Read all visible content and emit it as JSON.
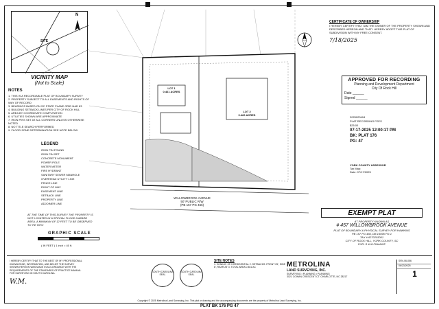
{
  "vicinity": {
    "title": "VICINITY MAP",
    "subtitle": "(Not to Scale)",
    "site_label": "SITE",
    "north": "N"
  },
  "notes": {
    "heading": "NOTES",
    "items": [
      "1. THIS IS A RECORDABLE PLAT OF BOUNDARY SURVEY",
      "2. PROPERTY SUBJECT TO ALL EASEMENTS AND RIGHTS OF WAY OF RECORD",
      "3. BEARINGS BASED ON SC STATE PLANE GRID NAD 83",
      "4. BUILDING SETBACK LINES PER CITY OF ROCK HILL",
      "5. AREA BY COORDINATE COMPUTATION",
      "6. UTILITIES SHOWN ARE APPROXIMATE",
      "7. IRON PINS SET AT ALL CORNERS UNLESS OTHERWISE NOTED",
      "8. NO TITLE SEARCH PERFORMED",
      "9. FLOOD ZONE DETERMINATION SEE NOTE BELOW"
    ]
  },
  "legend": {
    "heading": "LEGEND",
    "items": [
      "IRON PIN FOUND",
      "IRON PIN SET",
      "CONCRETE MONUMENT",
      "POWER POLE",
      "WATER METER",
      "FIRE HYDRANT",
      "SANITARY SEWER MANHOLE",
      "OVERHEAD UTILITY LINE",
      "FENCE LINE",
      "RIGHT OF WAY",
      "EASEMENT LINE",
      "SETBACK LINE",
      "PROPERTY LINE",
      "ADJOINER LINE"
    ]
  },
  "flood_note": "AT THE TIME OF THIS SURVEY THE PROPERTY IS NOT LOCATED IN A SPECIAL FLOOD HAZARD AREA. A MINIMUM OF 12 FEET TO BE OBSERVED TO TIE INTO",
  "scale": {
    "title": "GRAPHIC SCALE",
    "unit": "( IN FEET )",
    "ratio": "1 inch = 40 ft."
  },
  "ownership": {
    "heading": "CERTIFICATE OF OWNERSHIP",
    "text": "I HEREBY CERTIFY THAT I AM THE OWNER OF THE PROPERTY SHOWN AND DESCRIBED HEREON AND THAT I HEREBY ADOPT THIS PLAT OF SUBDIVISION WITH MY FREE CONSENT.",
    "date": "7/18/2025"
  },
  "approval": {
    "title": "APPROVED FOR RECORDING",
    "dept": "Planning and Development Department",
    "city": "City Of Rock Hill",
    "date_label": "Date",
    "signed_label": "Signed"
  },
  "recording": {
    "number": "2025023404",
    "date": "07-17-2025 12:00:17 PM",
    "book": "BK: PLAT 176",
    "page": "PG: 47",
    "fee_label": "PLAT RECORDING FEES",
    "fee": "$25.00"
  },
  "assessor": {
    "title": "YORK COUNTY ASSESSOR",
    "line2": "Tax Map:",
    "line3": "Date: 07/17/2025"
  },
  "exempt": "EXEMPT PLAT",
  "property": {
    "line1": "AT PROPERTY KNOWN AS",
    "addr": "# 457 WILLOWBROOK AVENUE",
    "line3": "PLAT OF BOUNDARY & PHYSICAL SURVEY FOR HAWKINS",
    "line4": "PB 157 PG 466, DB 16095 PG 1",
    "line5": "TAX # 6270203001",
    "line6": "CITY OF ROCK HILL, YORK COUNTY, SC",
    "line7": "FOR: S & M FINANCE"
  },
  "firm": {
    "name": "METROLINA",
    "sub": "LAND SURVEYING, INC.",
    "sub2": "SURVEYING • PLANNING • PLANNING",
    "addr": "3021 COWAN CRESCENT CT. CHARLOTTE, NC 28217"
  },
  "sheet": {
    "date": "06/23/2025",
    "job": "SRV-06-056",
    "number": "1"
  },
  "site_notes": {
    "heading": "SITE NOTES",
    "text": "1. ZONING: SF-5 RESIDENTIAL   2. SETBACKS: FRONT 25', SIDE 8', REAR 25'   3. TOTAL AREA 0.461 AC"
  },
  "road": {
    "name": "WILLOWBROOK AVENUE",
    "row": "50' PUBLIC R/W",
    "ref": "(PB 157 PG 466)"
  },
  "lots": [
    {
      "name": "LOT 1",
      "area": "0.461 ACRES"
    },
    {
      "name": "LOT 2",
      "area": "0.426 ACRES"
    }
  ],
  "plat_ref": "PLAT BK 176 PG 47",
  "copyright": "Copyright © 2025 Metrolina Land Surveying, Inc. This plat or drawing and the accompanying documents are the property of Metrolina Land Surveying, Inc.",
  "cert": "I HEREBY CERTIFY THAT TO THE BEST OF MY PROFESSIONAL KNOWLEDGE, INFORMATION, AND BELIEF THE SURVEY SHOWN HEREON WAS MADE IN ACCORDANCE WITH THE REQUIREMENTS OF THE STANDARDS OF PRACTICE MANUAL FOR SURVEYING IN SOUTH CAROLINA.",
  "seals": [
    "SOUTH CAROLINA SEAL",
    "SOUTH CAROLINA SEAL"
  ]
}
